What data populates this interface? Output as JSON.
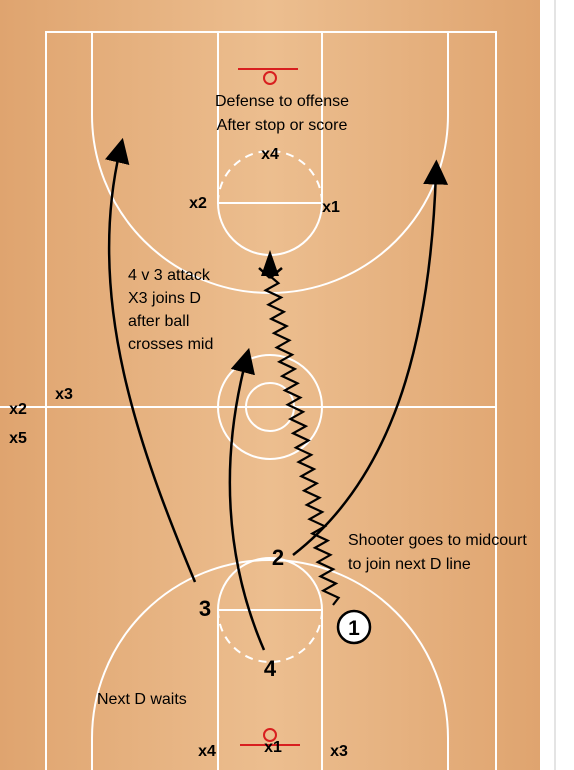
{
  "notes": {
    "top_line1": "Defense to offense",
    "top_line2": "After stop or score",
    "mid_line1": "4 v 3 attack",
    "mid_line2": "X3 joins D",
    "mid_line3": "after ball",
    "mid_line4": "crosses mid",
    "shooter_line1": "Shooter goes to midcourt",
    "shooter_line2": "to join next D line",
    "next_d": "Next D waits"
  },
  "defenders": {
    "top_x4": "x4",
    "top_x2": "x2",
    "top_x1": "x1",
    "mid_x3": "x3",
    "side_x2": "x2",
    "side_x5": "x5",
    "bottom_x4": "x4",
    "bottom_x1": "x1",
    "bottom_x3": "x3"
  },
  "offense": {
    "p1": "1",
    "p2": "2",
    "p3": "3",
    "p4": "4"
  },
  "colors": {
    "floor": "#e8b584",
    "floor_edge": "#d99a66",
    "lines": "#ffffff",
    "rim": "#d81f1f",
    "ink": "#000000"
  }
}
